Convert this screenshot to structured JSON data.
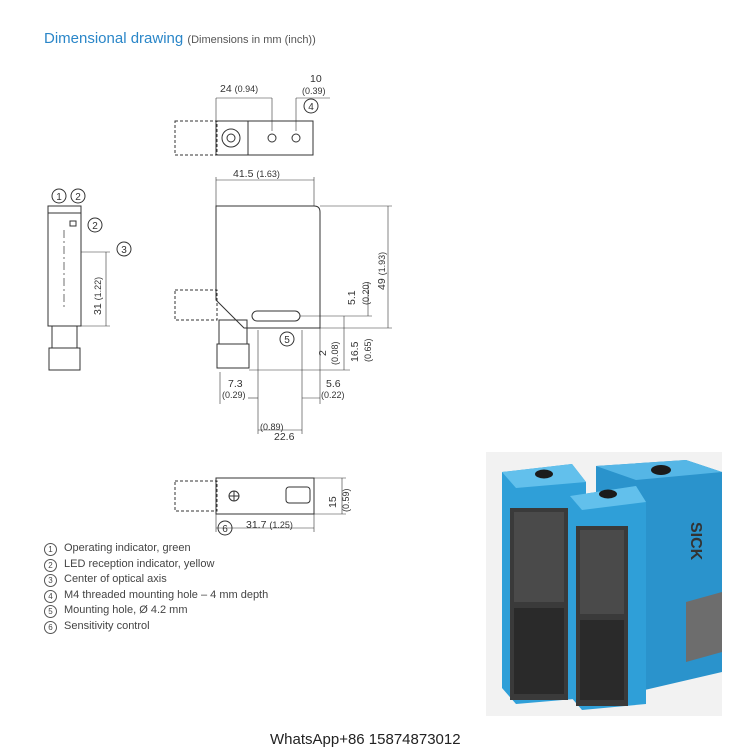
{
  "header": {
    "title": "Dimensional drawing",
    "subtitle": "(Dimensions in mm (inch))"
  },
  "dims": {
    "d24": "24",
    "d24i": "(0.94)",
    "d10": "10",
    "d10i": "(0.39)",
    "d415": "41.5",
    "d415i": "(1.63)",
    "d49": "49",
    "d49i": "(1.93)",
    "d51": "5.1",
    "d51i": "(0.20)",
    "d165": "16.5",
    "d165i": "(0.65)",
    "d2": "2",
    "d2i": "(0.08)",
    "d31": "31",
    "d31i": "(1.22)",
    "d73": "7.3",
    "d73i": "(0.29)",
    "d56": "5.6",
    "d56i": "(0.22)",
    "d226": "22.6",
    "d226i": "(0.89)",
    "d15": "15",
    "d15i": "(0.59)",
    "d317": "31.7",
    "d317i": "(1.25)"
  },
  "callouts": [
    "1",
    "2",
    "3",
    "4",
    "5",
    "6"
  ],
  "legend": [
    {
      "num": "1",
      "text": "Operating indicator, green"
    },
    {
      "num": "2",
      "text": "LED reception indicator, yellow"
    },
    {
      "num": "3",
      "text": "Center of optical axis"
    },
    {
      "num": "4",
      "text": "M4 threaded mounting hole – 4 mm depth"
    },
    {
      "num": "5",
      "text": "Mounting hole, Ø 4.2 mm"
    },
    {
      "num": "6",
      "text": "Sensitivity control"
    }
  ],
  "photo": {
    "brand": "SICK",
    "sensor_color": "#2f9fd8"
  },
  "footer": {
    "contact": "WhatsApp+86 15874873012"
  }
}
